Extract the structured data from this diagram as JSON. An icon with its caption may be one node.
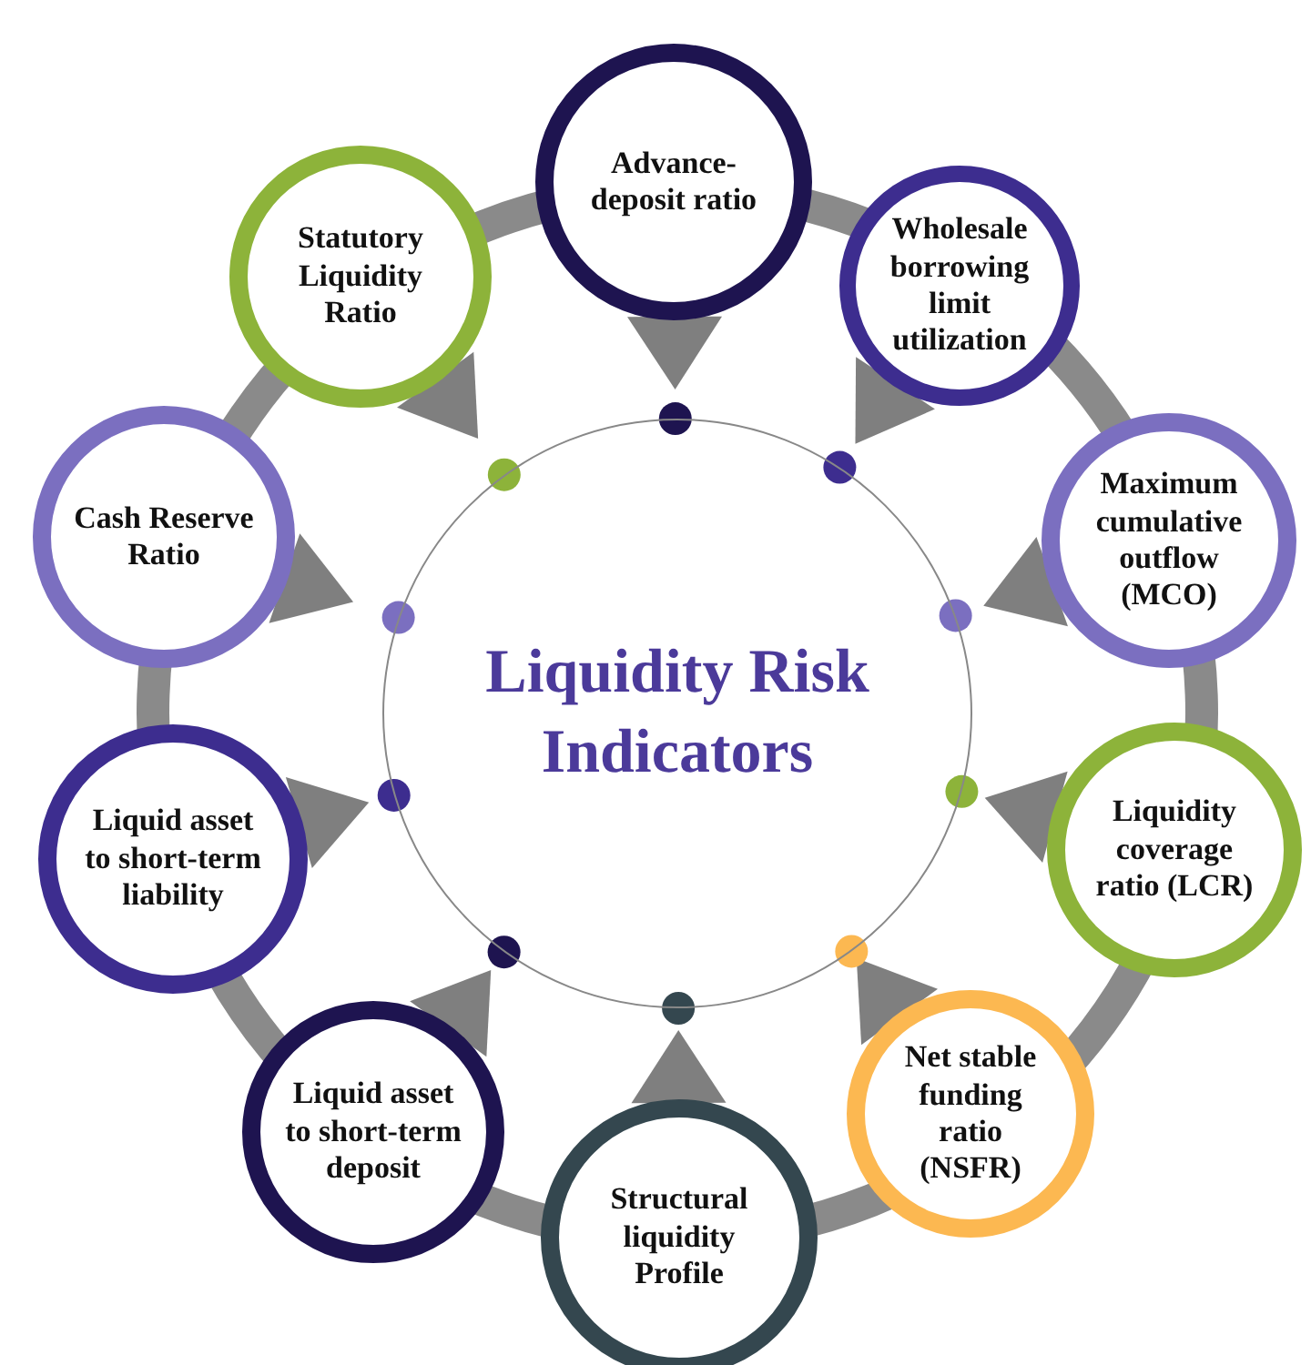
{
  "diagram": {
    "nodes": [
      {
        "text": [
          "Liquidity Risk Indicators"
        ]
      },
      {
        "text": [
          "Advance-deposit ratio"
        ]
      },
      {
        "text": [
          "Wholesale borrowing limit utilization"
        ]
      },
      {
        "text": [
          "Maximum cumulative outflow (MCO)"
        ]
      },
      {
        "text": [
          "Liquidity coverage ratio (LCR)"
        ]
      },
      {
        "text": [
          "Net stable funding ratio (NSFR)"
        ]
      },
      {
        "text": [
          "Structural liquidity Profile"
        ]
      },
      {
        "text": [
          "Liquid asset to short-term deposit"
        ]
      },
      {
        "text": [
          "Liquid asset to short-term liability"
        ]
      },
      {
        "text": [
          "Cash Reserve Ratio"
        ]
      },
      {
        "text": [
          "Statutory Liquidity Ratio"
        ]
      }
    ]
  }
}
